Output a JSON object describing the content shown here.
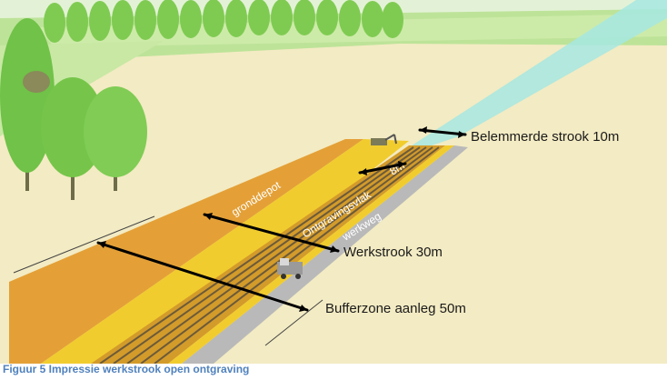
{
  "labels": {
    "belemmerde_strook": "Belemmerde strook 10m",
    "werkstrook": "Werkstrook 30m",
    "bufferzone": "Bufferzone aanleg 50m",
    "gronddepot": "gronddepot",
    "ontgravingsvlak": "Ontgravingsvlak",
    "breedte": "8m",
    "werkweg": "werkweg"
  },
  "caption": "Figuur 5 Impressie werkstrook open ontgraving",
  "colors": {
    "field": "#f3ebc3",
    "grass": "#bde399",
    "depot": "#e4a037",
    "work_strip": "#f1cc2e",
    "road": "#b9b9b9",
    "tree": "#76c54a",
    "obstruction_beam": "#a6e8e2",
    "caption": "#4f81bd"
  }
}
